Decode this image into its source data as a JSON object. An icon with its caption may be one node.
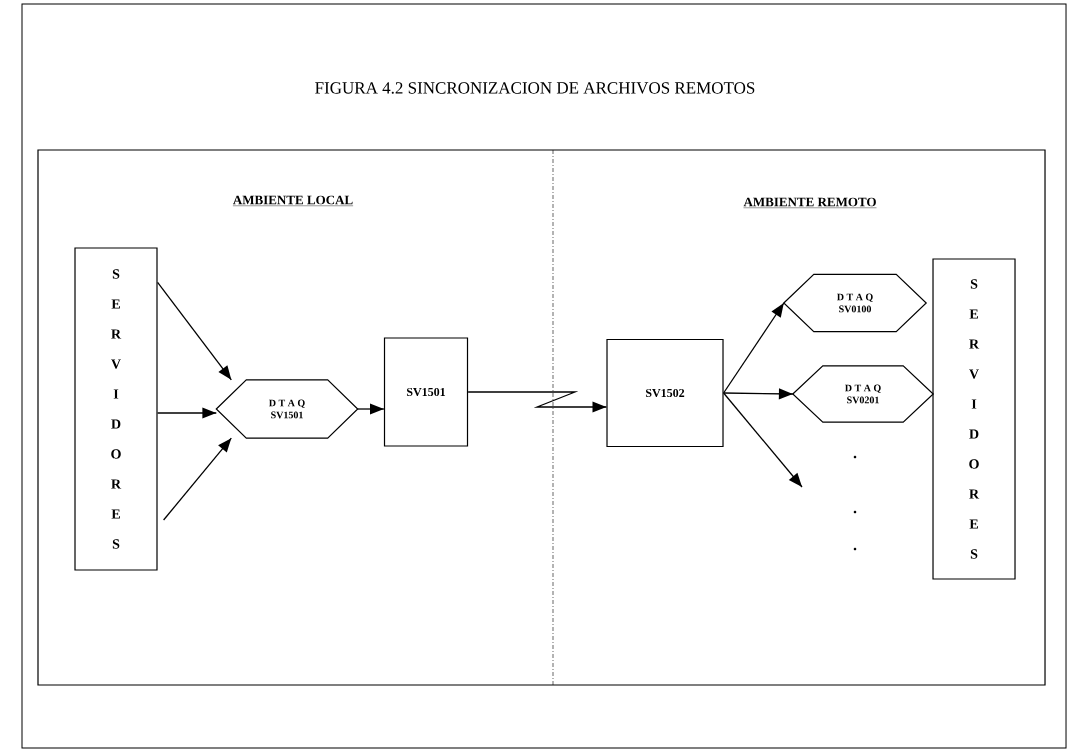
{
  "diagram": {
    "title": "FIGURA 4.2 SINCRONIZACION DE ARCHIVOS REMOTOS",
    "nodes": [
      {
        "text": [
          "S E R V I D O R E S"
        ]
      },
      {
        "text": [
          "D T A Q",
          "SV1501"
        ]
      },
      {
        "text": [
          "SV1501"
        ]
      },
      {
        "text": [
          "SV1502"
        ]
      },
      {
        "text": [
          "D T A Q",
          "SV0100"
        ]
      },
      {
        "text": [
          "D T A Q",
          "SV0201"
        ]
      },
      {
        "text": [
          "S E R V I D O R E S"
        ]
      }
    ],
    "edges": [
      {
        "from": 0,
        "to": 1,
        "arrow": "to"
      },
      {
        "from": 0,
        "to": 1,
        "arrow": "to"
      },
      {
        "from": 0,
        "to": 1,
        "arrow": "to"
      },
      {
        "from": 1,
        "to": 2,
        "arrow": "to"
      },
      {
        "from": 2,
        "to": 3,
        "arrow": "to"
      },
      {
        "from": 3,
        "to": 4,
        "arrow": "to"
      },
      {
        "from": 3,
        "to": 5,
        "arrow": "to"
      },
      {
        "from": 3,
        "to": null,
        "arrow": "to"
      }
    ],
    "labels": [
      "AMBIENTE LOCAL",
      "AMBIENTE REMOTO"
    ]
  }
}
